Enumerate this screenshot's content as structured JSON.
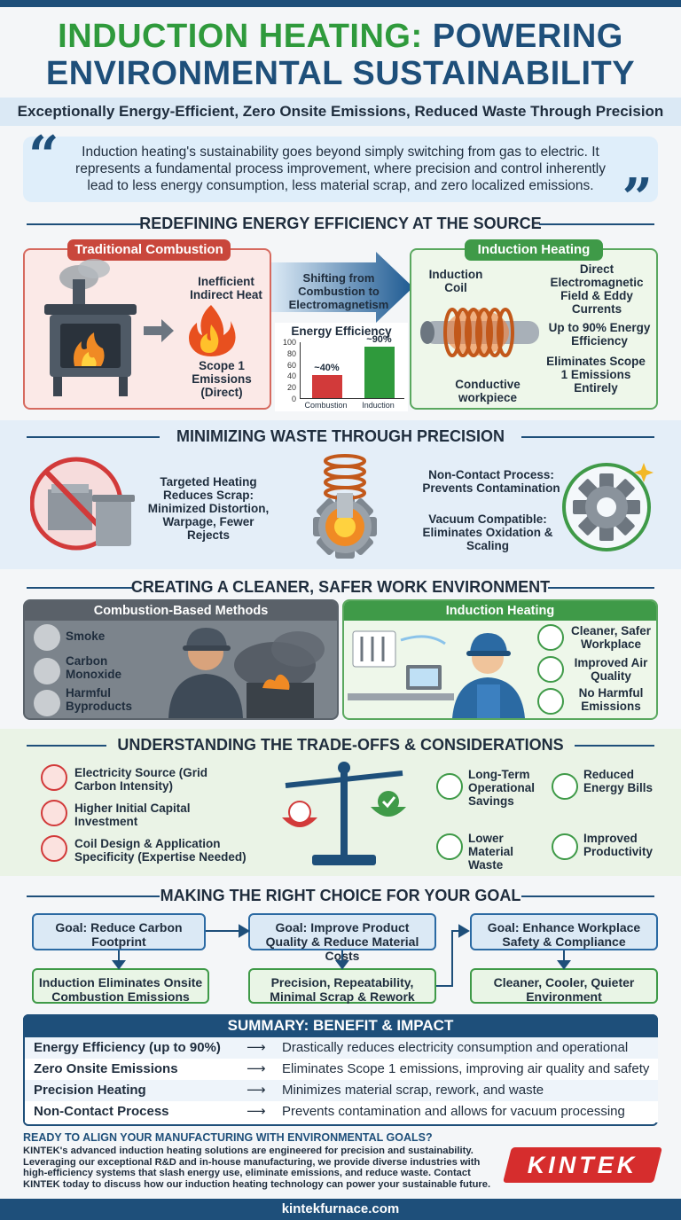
{
  "header": {
    "title_line1_a": "INDUCTION HEATING:",
    "title_line1_b": "POWERING",
    "title_line2": "ENVIRONMENTAL SUSTAINABILITY",
    "subtitle": "Exceptionally Energy-Efficient, Zero Onsite Emissions, Reduced Waste Through Precision"
  },
  "quote": {
    "text": "Induction heating's sustainability goes beyond simply switching from gas to electric. It represents a fundamental process improvement, where precision and control inherently lead to less energy consumption, less material scrap, and zero localized emissions.",
    "open": "“",
    "close": "”"
  },
  "section1": {
    "heading": "REDEFINING ENERGY EFFICIENCY AT THE SOURCE",
    "traditional_tag": "Traditional Combustion",
    "inefficient": "Inefficient Indirect Heat",
    "scope1": "Scope 1 Emissions (Direct)",
    "arrow_text": "Shifting from Combustion to Electromagnetism",
    "induction_tag": "Induction Heating",
    "coil_label": "Induction Coil",
    "direct_field": "Direct Electromagnetic Field & Eddy Currents",
    "up_to": "Up to 90% Energy Efficiency",
    "eliminates": "Eliminates Scope 1 Emissions Entirely",
    "workpiece": "Conductive workpiece"
  },
  "chart_data": {
    "type": "bar",
    "title": "Energy Efficiency",
    "categories": [
      "Combustion",
      "Induction"
    ],
    "values": [
      40,
      90
    ],
    "data_labels": [
      "~40%",
      "~90%"
    ],
    "yticks": [
      "100",
      "80",
      "60",
      "40",
      "20",
      "0"
    ],
    "ylim": [
      0,
      100
    ],
    "colors": [
      "#d23a3a",
      "#2f9a3c"
    ]
  },
  "section2": {
    "heading": "MINIMIZING WASTE THROUGH PRECISION",
    "targeted": "Targeted Heating Reduces Scrap: Minimized Distortion, Warpage, Fewer Rejects",
    "noncontact": "Non-Contact Process: Prevents Contamination",
    "vacuum": "Vacuum Compatible: Eliminates Oxidation & Scaling"
  },
  "section3": {
    "heading": "CREATING A CLEANER, SAFER WORK ENVIRONMENT",
    "combustion_tag": "Combustion-Based Methods",
    "smoke": "Smoke",
    "carbon": "Carbon Monoxide",
    "byproducts": "Harmful Byproducts",
    "induction_tag": "Induction Heating",
    "cleaner": "Cleaner, Safer Workplace",
    "air": "Improved Air Quality",
    "noharm": "No Harmful Emissions"
  },
  "section4": {
    "heading": "UNDERSTANDING THE TRADE-OFFS & CONSIDERATIONS",
    "con1": "Electricity Source (Grid Carbon Intensity)",
    "con2": "Higher Initial Capital Investment",
    "con3": "Coil Design & Application Specificity (Expertise Needed)",
    "pro1": "Long-Term Operational Savings",
    "pro2": "Reduced Energy Bills",
    "pro3": "Lower Material Waste",
    "pro4": "Improved Productivity"
  },
  "section5": {
    "heading": "MAKING THE RIGHT CHOICE FOR YOUR GOAL",
    "goal1": "Goal: Reduce Carbon Footprint",
    "goal2": "Goal: Improve Product Quality & Reduce Material Costs",
    "goal3": "Goal: Enhance Workplace Safety & Compliance",
    "res1": "Induction Eliminates Onsite Combustion Emissions",
    "res2": "Precision, Repeatability, Minimal Scrap & Rework",
    "res3": "Cleaner, Cooler, Quieter Environment"
  },
  "summary": {
    "heading": "SUMMARY: BENEFIT & IMPACT",
    "arrow": "⟶",
    "rows": [
      {
        "benefit": "Energy Efficiency (up to 90%)",
        "impact": "Drastically reduces electricity consumption and operational costs"
      },
      {
        "benefit": "Zero Onsite Emissions",
        "impact": "Eliminates Scope 1 emissions, improving air quality and safety"
      },
      {
        "benefit": "Precision Heating",
        "impact": "Minimizes material scrap, rework, and waste"
      },
      {
        "benefit": "Non-Contact Process",
        "impact": "Prevents contamination and allows for vacuum processing"
      }
    ]
  },
  "cta": {
    "heading": "READY TO ALIGN YOUR MANUFACTURING WITH ENVIRONMENTAL GOALS?",
    "body": "KINTEK's advanced induction heating solutions are engineered for precision and sustainability. Leveraging our exceptional R&D and in-house manufacturing, we provide diverse industries with high-efficiency systems that slash energy use, eliminate emissions, and reduce waste. Contact KINTEK today to discuss how our induction heating technology can power your sustainable future.",
    "logo": "KINTEK"
  },
  "footer": {
    "url": "kintekfurnace.com"
  },
  "colors": {
    "navy": "#1e4f7a",
    "green": "#2f9a3c",
    "red": "#d23a3a",
    "lightblue": "#dbe9f5",
    "lightgreen": "#e9f5e6",
    "pink": "#fbe9e7"
  },
  "icons": [
    "stove-icon",
    "flame-icon",
    "coil-icon",
    "gear-icon",
    "trash-icon",
    "worker-icon",
    "smoke-icon",
    "radiation-icon",
    "fan-icon",
    "shield-icon",
    "wind-icon",
    "no-emission-icon",
    "lightning-icon",
    "money-bag-icon",
    "coil-design-icon",
    "scale-icon",
    "savings-icon",
    "lightbulb-icon",
    "recycle-icon",
    "chart-icon"
  ]
}
